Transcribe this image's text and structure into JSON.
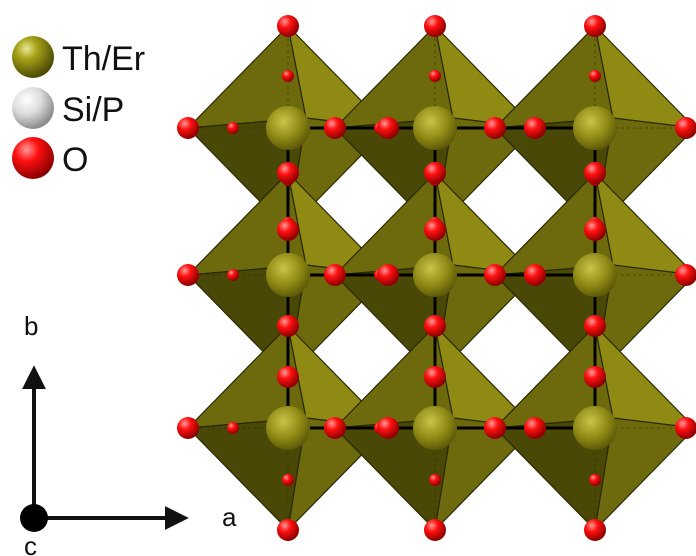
{
  "legend": {
    "items": [
      {
        "label": "Th/Er",
        "color": "#8a8a10",
        "icon": "th-er-sphere"
      },
      {
        "label": "Si/P",
        "color": "#d9d9d9",
        "icon": "si-p-sphere"
      },
      {
        "label": "O",
        "color": "#ee0000",
        "icon": "o-sphere"
      }
    ]
  },
  "axes": {
    "a_label": "a",
    "b_label": "b",
    "c_label": "c"
  },
  "colors": {
    "polyhedron_face_light": "#8f8a14",
    "polyhedron_face_mid": "#6c6a0c",
    "polyhedron_face_dark": "#4a4806",
    "oxygen": "#ee0000",
    "bond": "#000000"
  }
}
